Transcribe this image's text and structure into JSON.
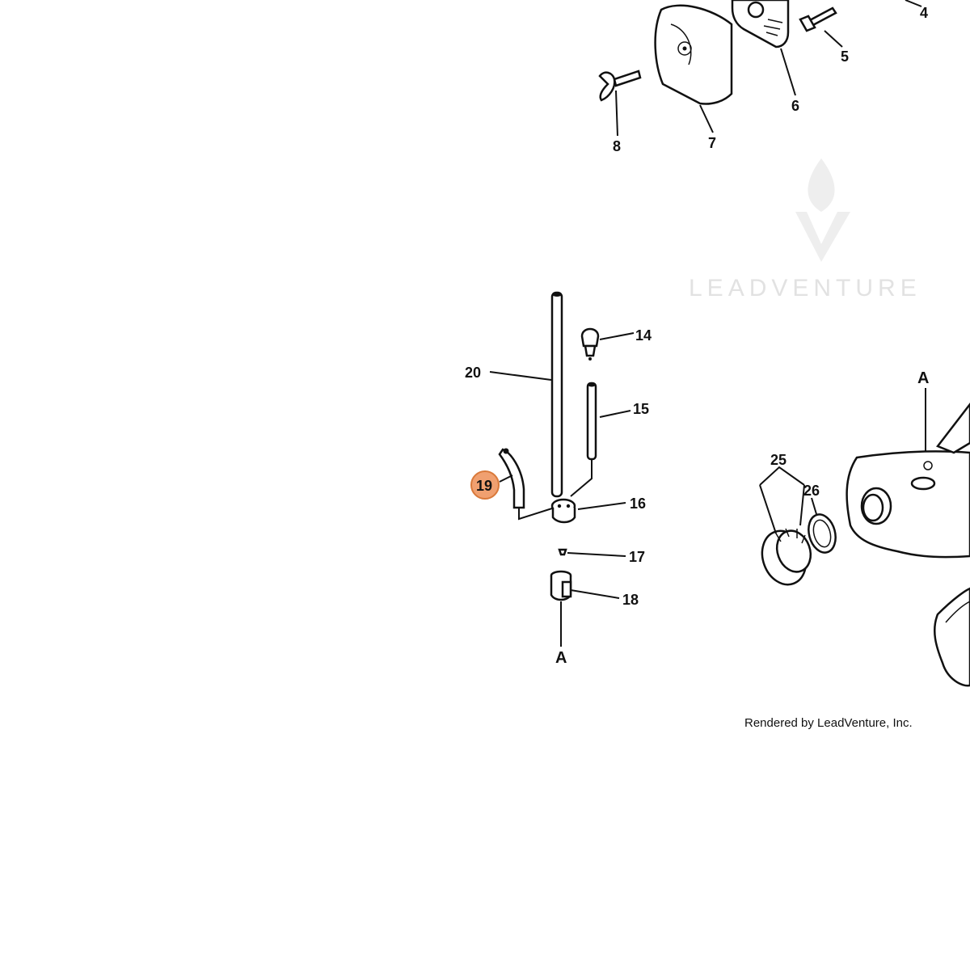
{
  "watermark": {
    "text": "LEADVENTURE"
  },
  "credit": {
    "text": "Rendered by LeadVenture, Inc."
  },
  "highlight_color": "#f0a070",
  "callouts": {
    "c4": "4",
    "c5": "5",
    "c6": "6",
    "c7": "7",
    "c8": "8",
    "c14": "14",
    "c15": "15",
    "c16": "16",
    "c17": "17",
    "c18": "18",
    "c19": "19",
    "c20": "20",
    "c25": "25",
    "c26": "26"
  },
  "selected_callout": "19",
  "markers": {
    "top": "A",
    "bottom": "A"
  }
}
